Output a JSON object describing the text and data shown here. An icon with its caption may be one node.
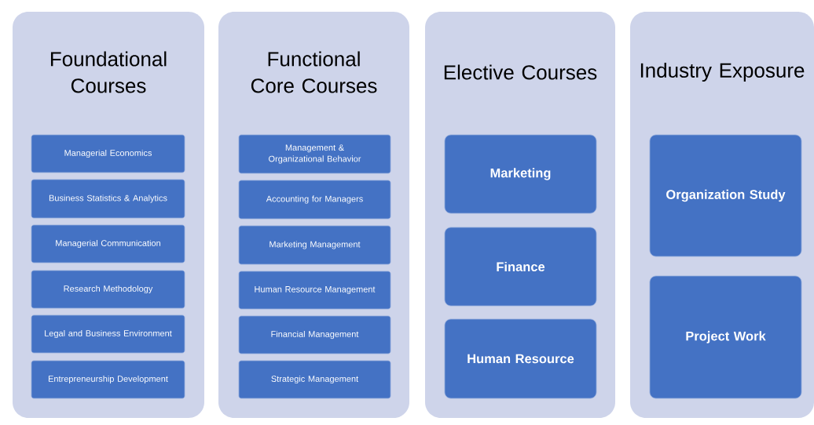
{
  "diagram": {
    "nodes": [
      {
        "text": [
          "Foundational Courses"
        ]
      },
      {
        "text": [
          "Managerial Economics"
        ],
        "in": 0
      },
      {
        "text": [
          "Business Statistics & Analytics"
        ],
        "in": 0
      },
      {
        "text": [
          "Managerial Communication"
        ],
        "in": 0
      },
      {
        "text": [
          "Research Methodology"
        ],
        "in": 0
      },
      {
        "text": [
          "Legal and Business Environment"
        ],
        "in": 0
      },
      {
        "text": [
          "Entrepreneurship Development"
        ],
        "in": 0
      },
      {
        "text": [
          "Functional Core Courses"
        ]
      },
      {
        "text": [
          "Management & Organizational Behavior"
        ],
        "in": 7
      },
      {
        "text": [
          "Accounting for Managers"
        ],
        "in": 7
      },
      {
        "text": [
          "Marketing Management"
        ],
        "in": 7
      },
      {
        "text": [
          "Human Resource Management"
        ],
        "in": 7
      },
      {
        "text": [
          "Financial Management"
        ],
        "in": 7
      },
      {
        "text": [
          "Strategic Management"
        ],
        "in": 7
      },
      {
        "text": [
          "Elective Courses"
        ]
      },
      {
        "text": [
          "Marketing"
        ],
        "in": 14
      },
      {
        "text": [
          "Finance"
        ],
        "in": 14
      },
      {
        "text": [
          "Human Resource"
        ],
        "in": 14
      },
      {
        "text": [
          "Industry Exposure"
        ]
      },
      {
        "text": [
          "Organization Study"
        ],
        "in": 18
      },
      {
        "text": [
          "Project Work"
        ],
        "in": 18
      }
    ]
  }
}
